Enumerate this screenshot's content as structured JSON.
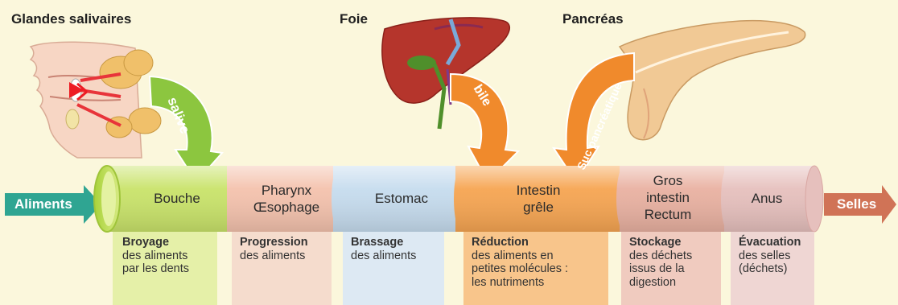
{
  "organs": {
    "salivary": "Glandes salivaires",
    "liver": "Foie",
    "pancreas": "Pancréas"
  },
  "secretions": {
    "saliva": "salive",
    "bile": "bile",
    "pancreatic": "Suc pancréatique"
  },
  "flow": {
    "input": "Aliments",
    "output": "Selles"
  },
  "segments": [
    {
      "label": "Bouche",
      "title": "Broyage",
      "body": "des aliments\npar les dents"
    },
    {
      "label": "Pharynx\nŒsophage",
      "title": "Progression",
      "body": "des aliments"
    },
    {
      "label": "Estomac",
      "title": "Brassage",
      "body": "des aliments"
    },
    {
      "label": "Intestin\ngrêle",
      "title": "Réduction",
      "body": "des aliments en\npetites molécules :\nles nutriments"
    },
    {
      "label": "Gros\nintestin\nRectum",
      "title": "Stockage",
      "body": "des déchets\nissus de la\ndigestion"
    },
    {
      "label": "Anus",
      "title": "Évacuation",
      "body": "des selles\n(déchets)"
    }
  ],
  "colors": {
    "background": "#fbf7dc",
    "bouche": "#c9e36a",
    "pharynx": "#f4c2ad",
    "estomac": "#c6dcee",
    "intestin_grele": "#f6a552",
    "gros_intestin": "#e9b1a1",
    "anus": "#e6c0bd",
    "saliva_arrow": "#8cc63f",
    "bile_arrow": "#f08a2c",
    "input_arrow": "#2fa592",
    "output_arrow": "#d07356"
  }
}
